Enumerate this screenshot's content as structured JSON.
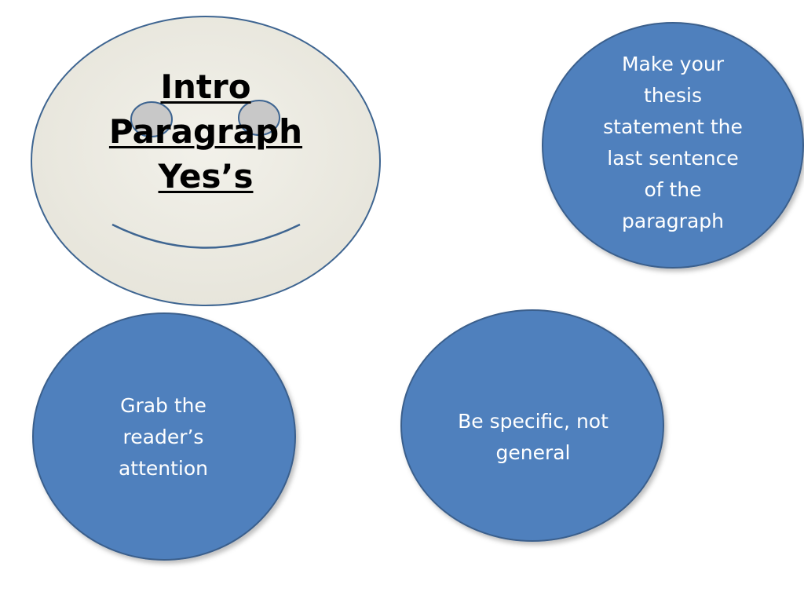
{
  "title": {
    "line1": "Intro",
    "line2": "Paragraph",
    "line3": "Yes’s"
  },
  "bubbles": {
    "thesis": {
      "lines": [
        "Make your",
        "thesis",
        "statement the",
        "last sentence",
        "of the",
        "paragraph"
      ]
    },
    "grab": {
      "lines": [
        "Grab the",
        "reader’s",
        "attention"
      ]
    },
    "specific": {
      "lines": [
        "Be specific, not",
        "general"
      ]
    }
  },
  "colors": {
    "face_fill": "#ecebe3",
    "face_stroke": "#3e6591",
    "eye_fill": "#c8c8c8",
    "bubble_fill": "#4f80bd",
    "bubble_stroke": "#3a5f8c"
  }
}
